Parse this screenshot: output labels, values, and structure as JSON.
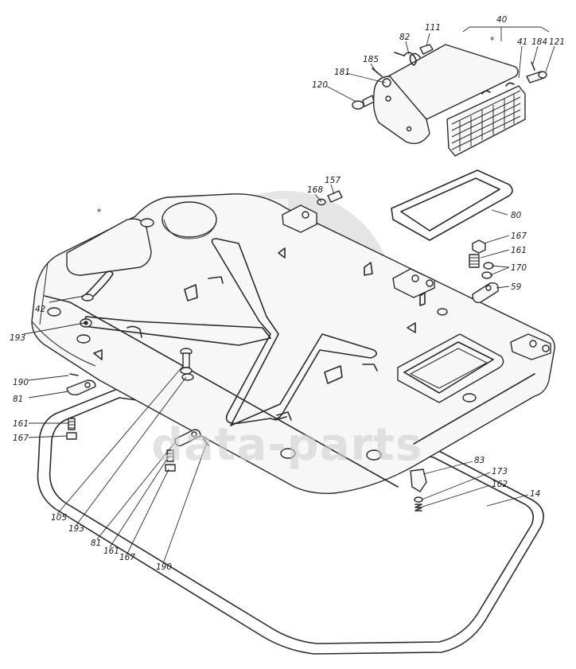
{
  "watermark": {
    "text": "data-parts",
    "logo": "data-parts-logo"
  },
  "callouts": {
    "c40": "40",
    "c41": "41",
    "c184": "184",
    "c121": "121",
    "c111": "111",
    "c82": "82",
    "c185": "185",
    "c181": "181",
    "c120": "120",
    "cstar_top": "*",
    "c168": "168",
    "c157": "157",
    "c80": "80",
    "c167_r": "167",
    "c161_r": "161",
    "c170": "170",
    "c59": "59",
    "cstar_panel": "*",
    "c42": "42",
    "c193_l": "193",
    "c190_l": "190",
    "c81_l": "81",
    "c161_l": "161",
    "c167_l": "167",
    "c105": "105",
    "c193_b": "193",
    "c81_b": "81",
    "c161_b": "161",
    "c167_b": "167",
    "c190_b": "190",
    "c83": "83",
    "c173": "173",
    "c162": "162",
    "c14": "14"
  }
}
